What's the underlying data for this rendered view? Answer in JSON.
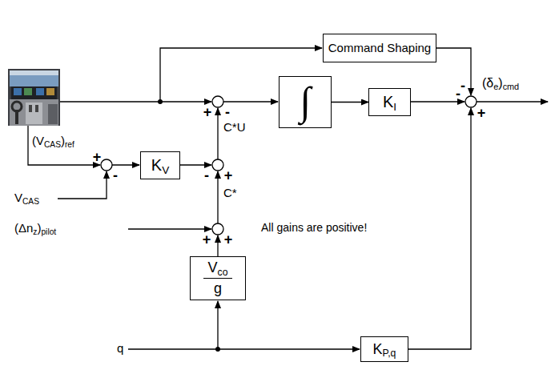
{
  "diagram": {
    "nodes": [
      {
        "text": [
          "Command Shaping"
        ]
      },
      {
        "text": [
          "∫"
        ]
      },
      {
        "text": [
          "KI"
        ]
      },
      {
        "text": [
          "KV"
        ]
      },
      {
        "text": [
          "Vco",
          "g"
        ]
      },
      {
        "text": [
          "KP,q"
        ]
      }
    ],
    "edges": [
      {
        "from": 1,
        "to": 2,
        "arrow": "to"
      }
    ],
    "labels": [
      "(VCAS)ref",
      "VCAS",
      "(Δnz)pilot",
      "q",
      "C*U",
      "C*",
      "(δe)cmd",
      "All gains are positive!",
      "+",
      "-",
      "-",
      "-",
      "+",
      "+",
      "-",
      "-",
      "+",
      "+",
      "+"
    ]
  }
}
